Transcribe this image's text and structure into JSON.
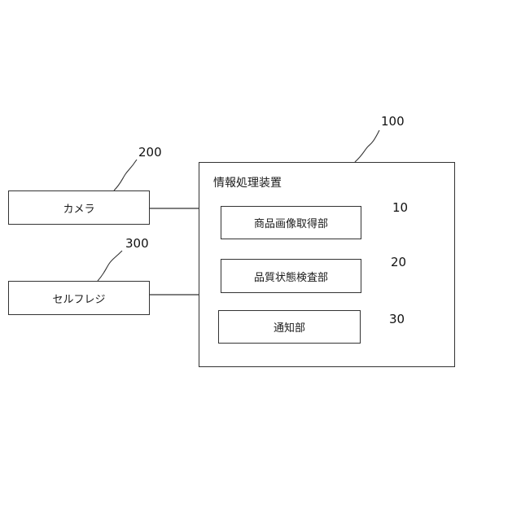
{
  "info_device": {
    "title": "情報処理装置",
    "ref": "100"
  },
  "camera": {
    "label": "カメラ",
    "ref": "200"
  },
  "self_register": {
    "label": "セルフレジ",
    "ref": "300"
  },
  "units": [
    {
      "label": "商品画像取得部",
      "ref": "10"
    },
    {
      "label": "品質状態検査部",
      "ref": "20"
    },
    {
      "label": "通知部",
      "ref": "30"
    }
  ]
}
